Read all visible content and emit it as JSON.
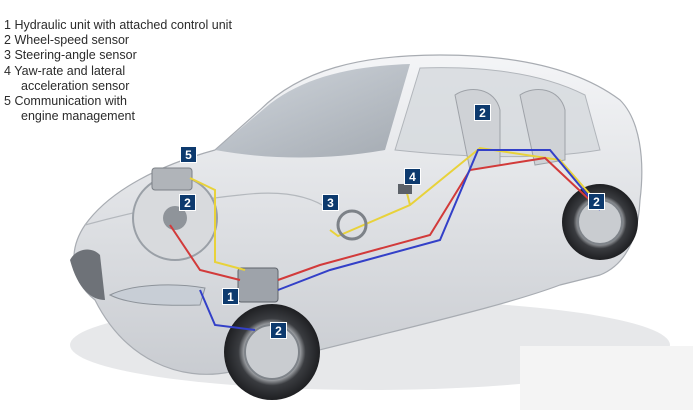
{
  "legend": {
    "items": [
      {
        "number": "1",
        "text": "Hydraulic unit with attached control unit"
      },
      {
        "number": "2",
        "text": "Wheel-speed sensor"
      },
      {
        "number": "3",
        "text": "Steering-angle sensor"
      },
      {
        "number": "4",
        "text": "Yaw-rate and lateral",
        "continuation": "acceleration sensor"
      },
      {
        "number": "5",
        "text": "Communication with",
        "continuation": "engine management"
      }
    ]
  },
  "callouts": {
    "hydraulic_unit": "1",
    "wheel_sensor_front_left": "2",
    "wheel_sensor_front_right": "2",
    "wheel_sensor_rear_left": "2",
    "wheel_sensor_rear_right": "2",
    "steering_angle": "3",
    "yaw_rate": "4",
    "engine_mgmt": "5"
  },
  "colors": {
    "badge_fill": "#0d3a6e",
    "wire_yellow": "#e8d23a",
    "wire_red": "#d23a3a",
    "wire_blue": "#3340c8",
    "car_body": "#e2e4e7"
  }
}
